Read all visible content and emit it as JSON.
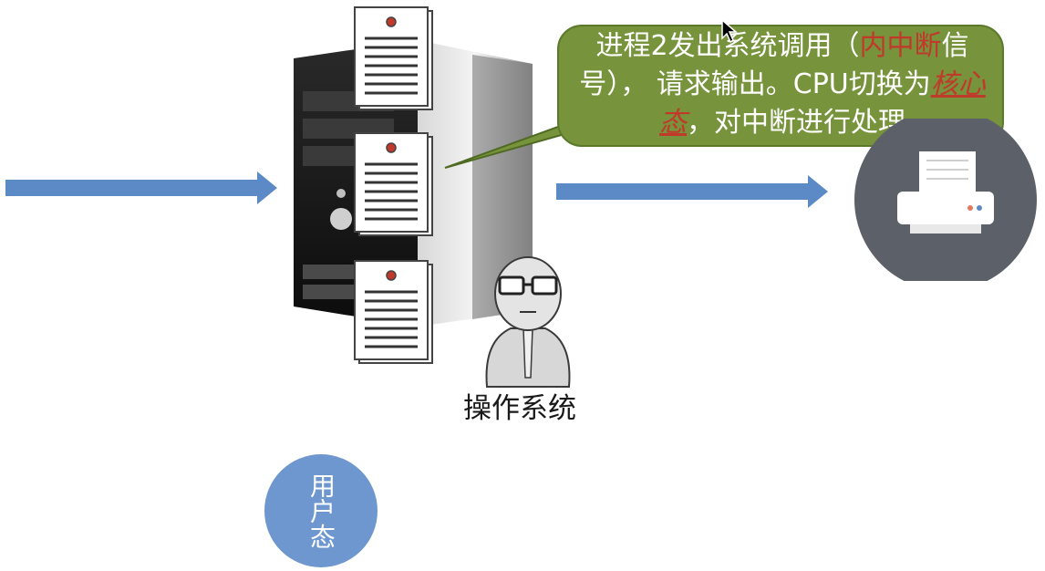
{
  "callout": {
    "part1": "进程2发出系统调用（",
    "highlight": "内中断",
    "part2": "信号）， 请求输出。CPU切换为",
    "emphasis": "核心态",
    "part3": "，对中断进行处理"
  },
  "os_label": "操作系统",
  "user_mode_label": "用户态",
  "colors": {
    "callout_fill": "#77933c",
    "arrow": "#5b8ac6",
    "highlight": "#c0392b",
    "user_mode_circle": "#6e97cf",
    "printer_circle": "#5c6068"
  },
  "icons": [
    "server-tower-icon",
    "document-icon",
    "printer-icon",
    "operating-system-figure-icon",
    "mouse-cursor-icon"
  ]
}
